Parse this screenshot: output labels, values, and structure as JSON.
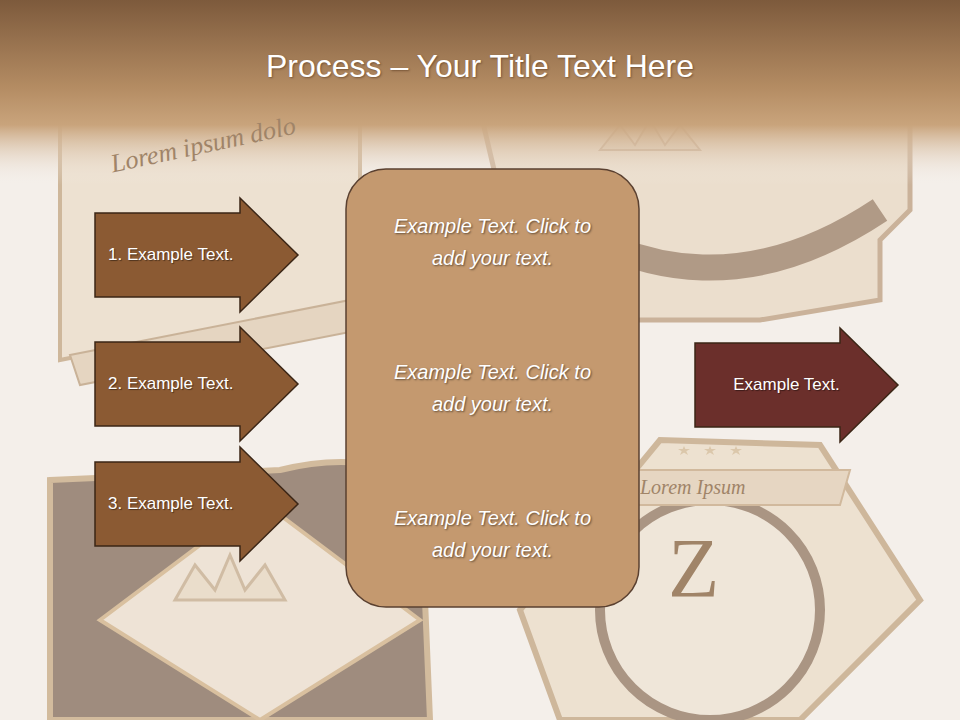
{
  "diagram": {
    "title": "Process – Your Title Text Here",
    "nodes": [
      {
        "text": [
          "1. Example Text."
        ]
      },
      {
        "text": [
          "2. Example Text."
        ]
      },
      {
        "text": [
          "3. Example Text."
        ]
      },
      {
        "text": [
          "Example Text. Click to add your text.",
          "Example Text. Click to add your text.",
          "Example Text. Click to add your text."
        ]
      },
      {
        "text": [
          "Example Text."
        ]
      }
    ],
    "labels": [
      "Lorem ipsum dolo",
      "Lorem Ipsum",
      "Z"
    ]
  }
}
